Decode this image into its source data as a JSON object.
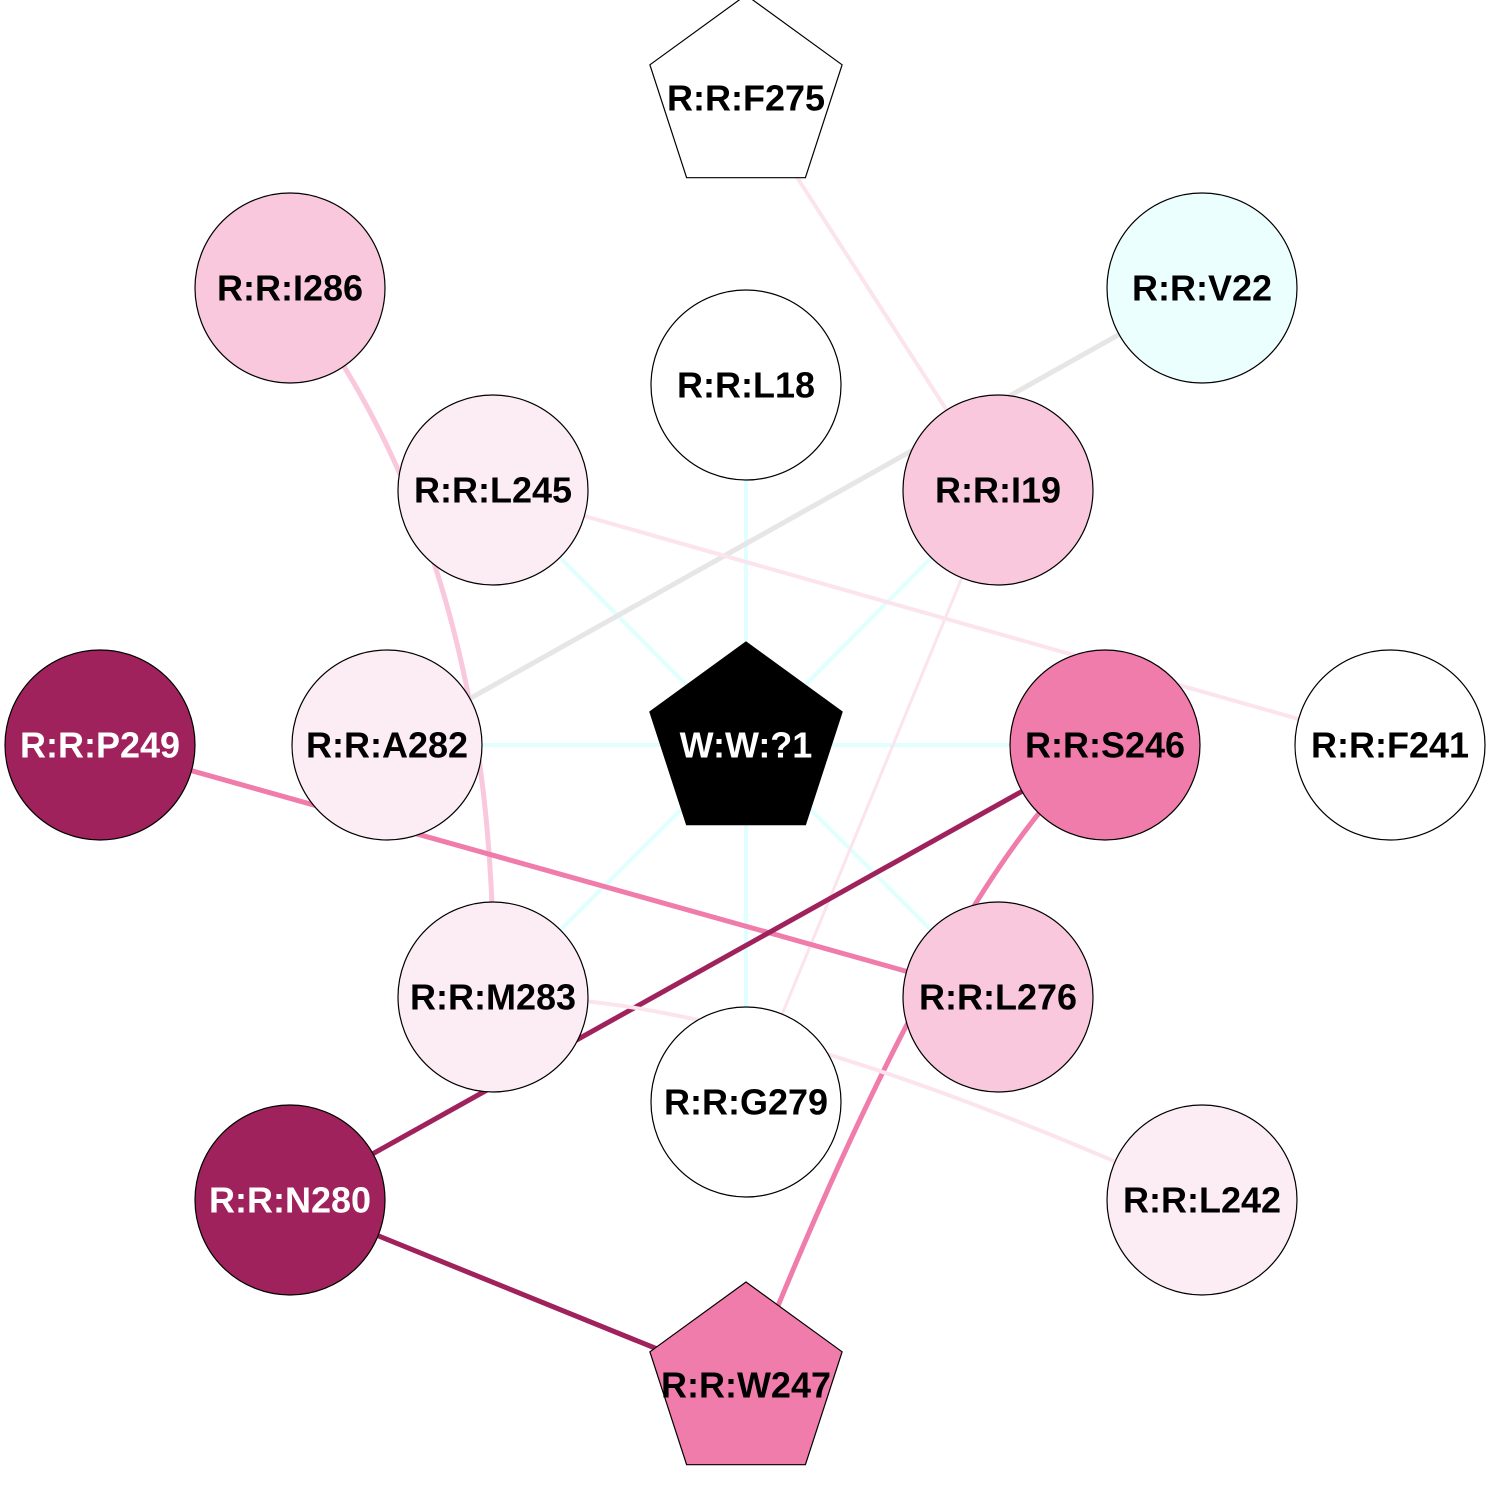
{
  "nodes": [
    {
      "id": "F275",
      "label": "R:R:F275",
      "shape": "pentagon",
      "fill": "#ffffff",
      "text": "#000000"
    },
    {
      "id": "I286",
      "label": "R:R:I286",
      "shape": "circle",
      "fill": "#f9c8dc",
      "text": "#000000"
    },
    {
      "id": "V22",
      "label": "R:R:V22",
      "shape": "circle",
      "fill": "#ebffff",
      "text": "#000000"
    },
    {
      "id": "L18",
      "label": "R:R:L18",
      "shape": "circle",
      "fill": "#ffffff",
      "text": "#000000"
    },
    {
      "id": "L245",
      "label": "R:R:L245",
      "shape": "circle",
      "fill": "#fcecf3",
      "text": "#000000"
    },
    {
      "id": "I19",
      "label": "R:R:I19",
      "shape": "circle",
      "fill": "#f9c8dc",
      "text": "#000000"
    },
    {
      "id": "P249",
      "label": "R:R:P249",
      "shape": "circle",
      "fill": "#a0225c",
      "text": "#ffffff"
    },
    {
      "id": "A282",
      "label": "R:R:A282",
      "shape": "circle",
      "fill": "#fcecf3",
      "text": "#000000"
    },
    {
      "id": "W1",
      "label": "W:W:?1",
      "shape": "pentagon",
      "fill": "#000000",
      "text": "#ffffff"
    },
    {
      "id": "S246",
      "label": "R:R:S246",
      "shape": "circle",
      "fill": "#f07cab",
      "text": "#000000"
    },
    {
      "id": "F241",
      "label": "R:R:F241",
      "shape": "circle",
      "fill": "#ffffff",
      "text": "#000000"
    },
    {
      "id": "M283",
      "label": "R:R:M283",
      "shape": "circle",
      "fill": "#fcecf3",
      "text": "#000000"
    },
    {
      "id": "L276",
      "label": "R:R:L276",
      "shape": "circle",
      "fill": "#f9c8dc",
      "text": "#000000"
    },
    {
      "id": "G279",
      "label": "R:R:G279",
      "shape": "circle",
      "fill": "#ffffff",
      "text": "#000000"
    },
    {
      "id": "N280",
      "label": "R:R:N280",
      "shape": "circle",
      "fill": "#a0225c",
      "text": "#ffffff"
    },
    {
      "id": "L242",
      "label": "R:R:L242",
      "shape": "circle",
      "fill": "#fcecf3",
      "text": "#000000"
    },
    {
      "id": "W247",
      "label": "R:R:W247",
      "shape": "pentagon",
      "fill": "#f07cab",
      "text": "#000000"
    }
  ],
  "edges": [
    {
      "source": "W1",
      "target": "L18",
      "color": "#e0ffff",
      "weight": 4
    },
    {
      "source": "W1",
      "target": "L245",
      "color": "#e0ffff",
      "weight": 4
    },
    {
      "source": "W1",
      "target": "I19",
      "color": "#e0ffff",
      "weight": 4
    },
    {
      "source": "W1",
      "target": "A282",
      "color": "#e0ffff",
      "weight": 4
    },
    {
      "source": "W1",
      "target": "S246",
      "color": "#e0ffff",
      "weight": 4
    },
    {
      "source": "W1",
      "target": "M283",
      "color": "#e0ffff",
      "weight": 4
    },
    {
      "source": "W1",
      "target": "L276",
      "color": "#e0ffff",
      "weight": 4
    },
    {
      "source": "W1",
      "target": "G279",
      "color": "#e0ffff",
      "weight": 4
    },
    {
      "source": "F275",
      "target": "I19",
      "color": "#fce4ee",
      "weight": 4
    },
    {
      "source": "V22",
      "target": "A282",
      "color": "#e6e6e6",
      "weight": 5
    },
    {
      "source": "L245",
      "target": "F241",
      "color": "#fce4ee",
      "weight": 4
    },
    {
      "source": "I19",
      "target": "G279",
      "color": "#fce4ee",
      "weight": 3
    },
    {
      "source": "I286",
      "target": "M283",
      "color": "#f9c8dc",
      "weight": 5
    },
    {
      "source": "P249",
      "target": "L276",
      "color": "#f07cab",
      "weight": 5
    },
    {
      "source": "S246",
      "target": "N280",
      "color": "#a0225c",
      "weight": 5
    },
    {
      "source": "S246",
      "target": "W247",
      "color": "#f07cab",
      "weight": 5
    },
    {
      "source": "N280",
      "target": "W247",
      "color": "#a0225c",
      "weight": 5
    },
    {
      "source": "M283",
      "target": "L242",
      "color": "#fce4ee",
      "weight": 4
    }
  ]
}
